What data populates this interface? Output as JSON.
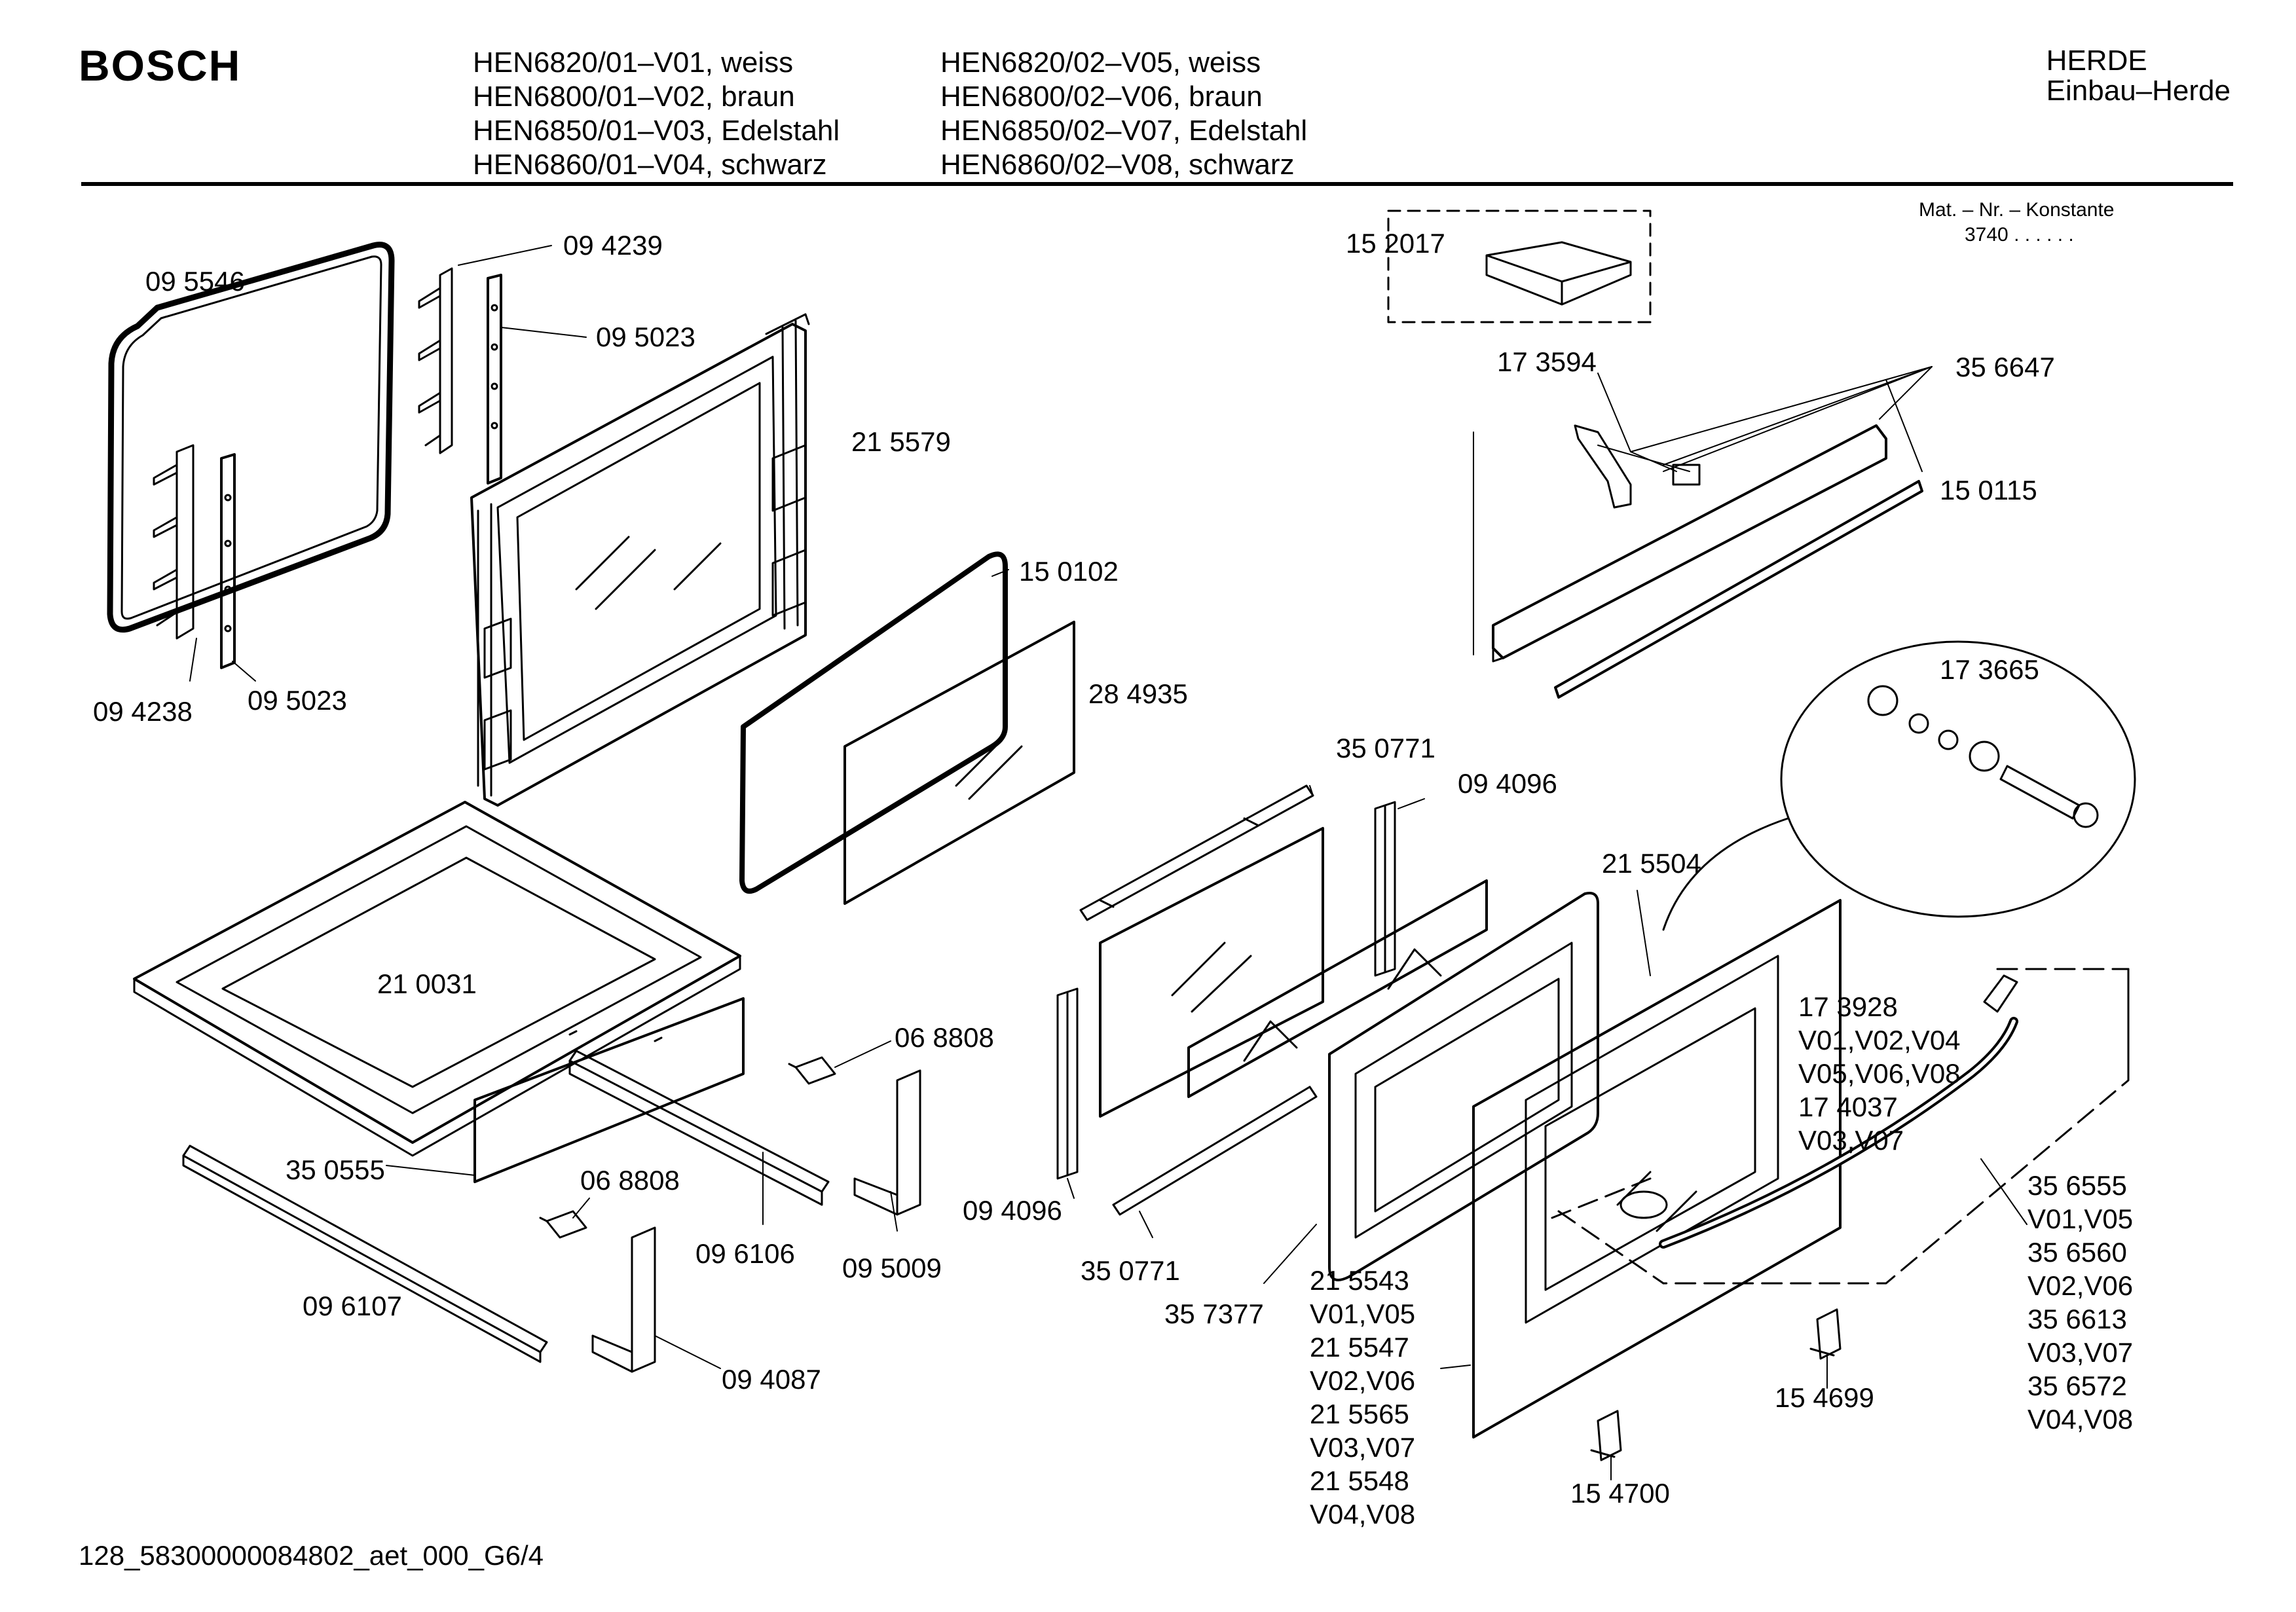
{
  "header": {
    "brand": "BOSCH",
    "models_col1": [
      "HEN6820/01–V01, weiss",
      "HEN6800/01–V02, braun",
      "HEN6850/01–V03, Edelstahl",
      "HEN6860/01–V04, schwarz"
    ],
    "models_col2": [
      "HEN6820/02–V05, weiss",
      "HEN6800/02–V06, braun",
      "HEN6850/02–V07, Edelstahl",
      "HEN6860/02–V08, schwarz"
    ],
    "category": "HERDE",
    "subcategory": "Einbau–Herde",
    "mat_label": "Mat. – Nr. – Konstante",
    "mat_value": "3740  .  .   .  .  .  ."
  },
  "footer": {
    "doc_id": "128_58300000084802_aet_000_G6/4"
  },
  "parts": {
    "p095546": "09 5546",
    "p094239": "09 4239",
    "p095023a": "09 5023",
    "p215579": "21 5579",
    "p094238": "09 4238",
    "p095023b": "09 5023",
    "p150102": "15 0102",
    "p284935": "28 4935",
    "p210031": "21 0031",
    "p350555": "35 0555",
    "p068808a": "06 8808",
    "p068808b": "06 8808",
    "p096106": "09 6106",
    "p095009": "09 5009",
    "p096107": "09 6107",
    "p094087": "09 4087",
    "p152017": "15 2017",
    "p173594": "17 3594",
    "p356647": "35 6647",
    "p150115": "15 0115",
    "p173665": "17 3665",
    "p350771a": "35 0771",
    "p094096a": "09 4096",
    "p215504": "21 5504",
    "p094096b": "09 4096",
    "p350771b": "35 0771",
    "p357377": "35 7377",
    "p154699": "15 4699",
    "p154700": "15 4700",
    "handle_group": [
      "17 3928",
      "V01,V02,V04",
      "V05,V06,V08",
      "17 4037",
      "V03,V07"
    ],
    "door_glass_group": [
      "21 5543",
      "V01,V05",
      "21 5547",
      "V02,V06",
      "21 5565",
      "V03,V07",
      "21 5548",
      "V04,V08"
    ],
    "handle_variants": [
      "35 6555",
      "V01,V05",
      "35 6560",
      "V02,V06",
      "35 6613",
      "V03,V07",
      "35 6572",
      "V04,V08"
    ]
  }
}
